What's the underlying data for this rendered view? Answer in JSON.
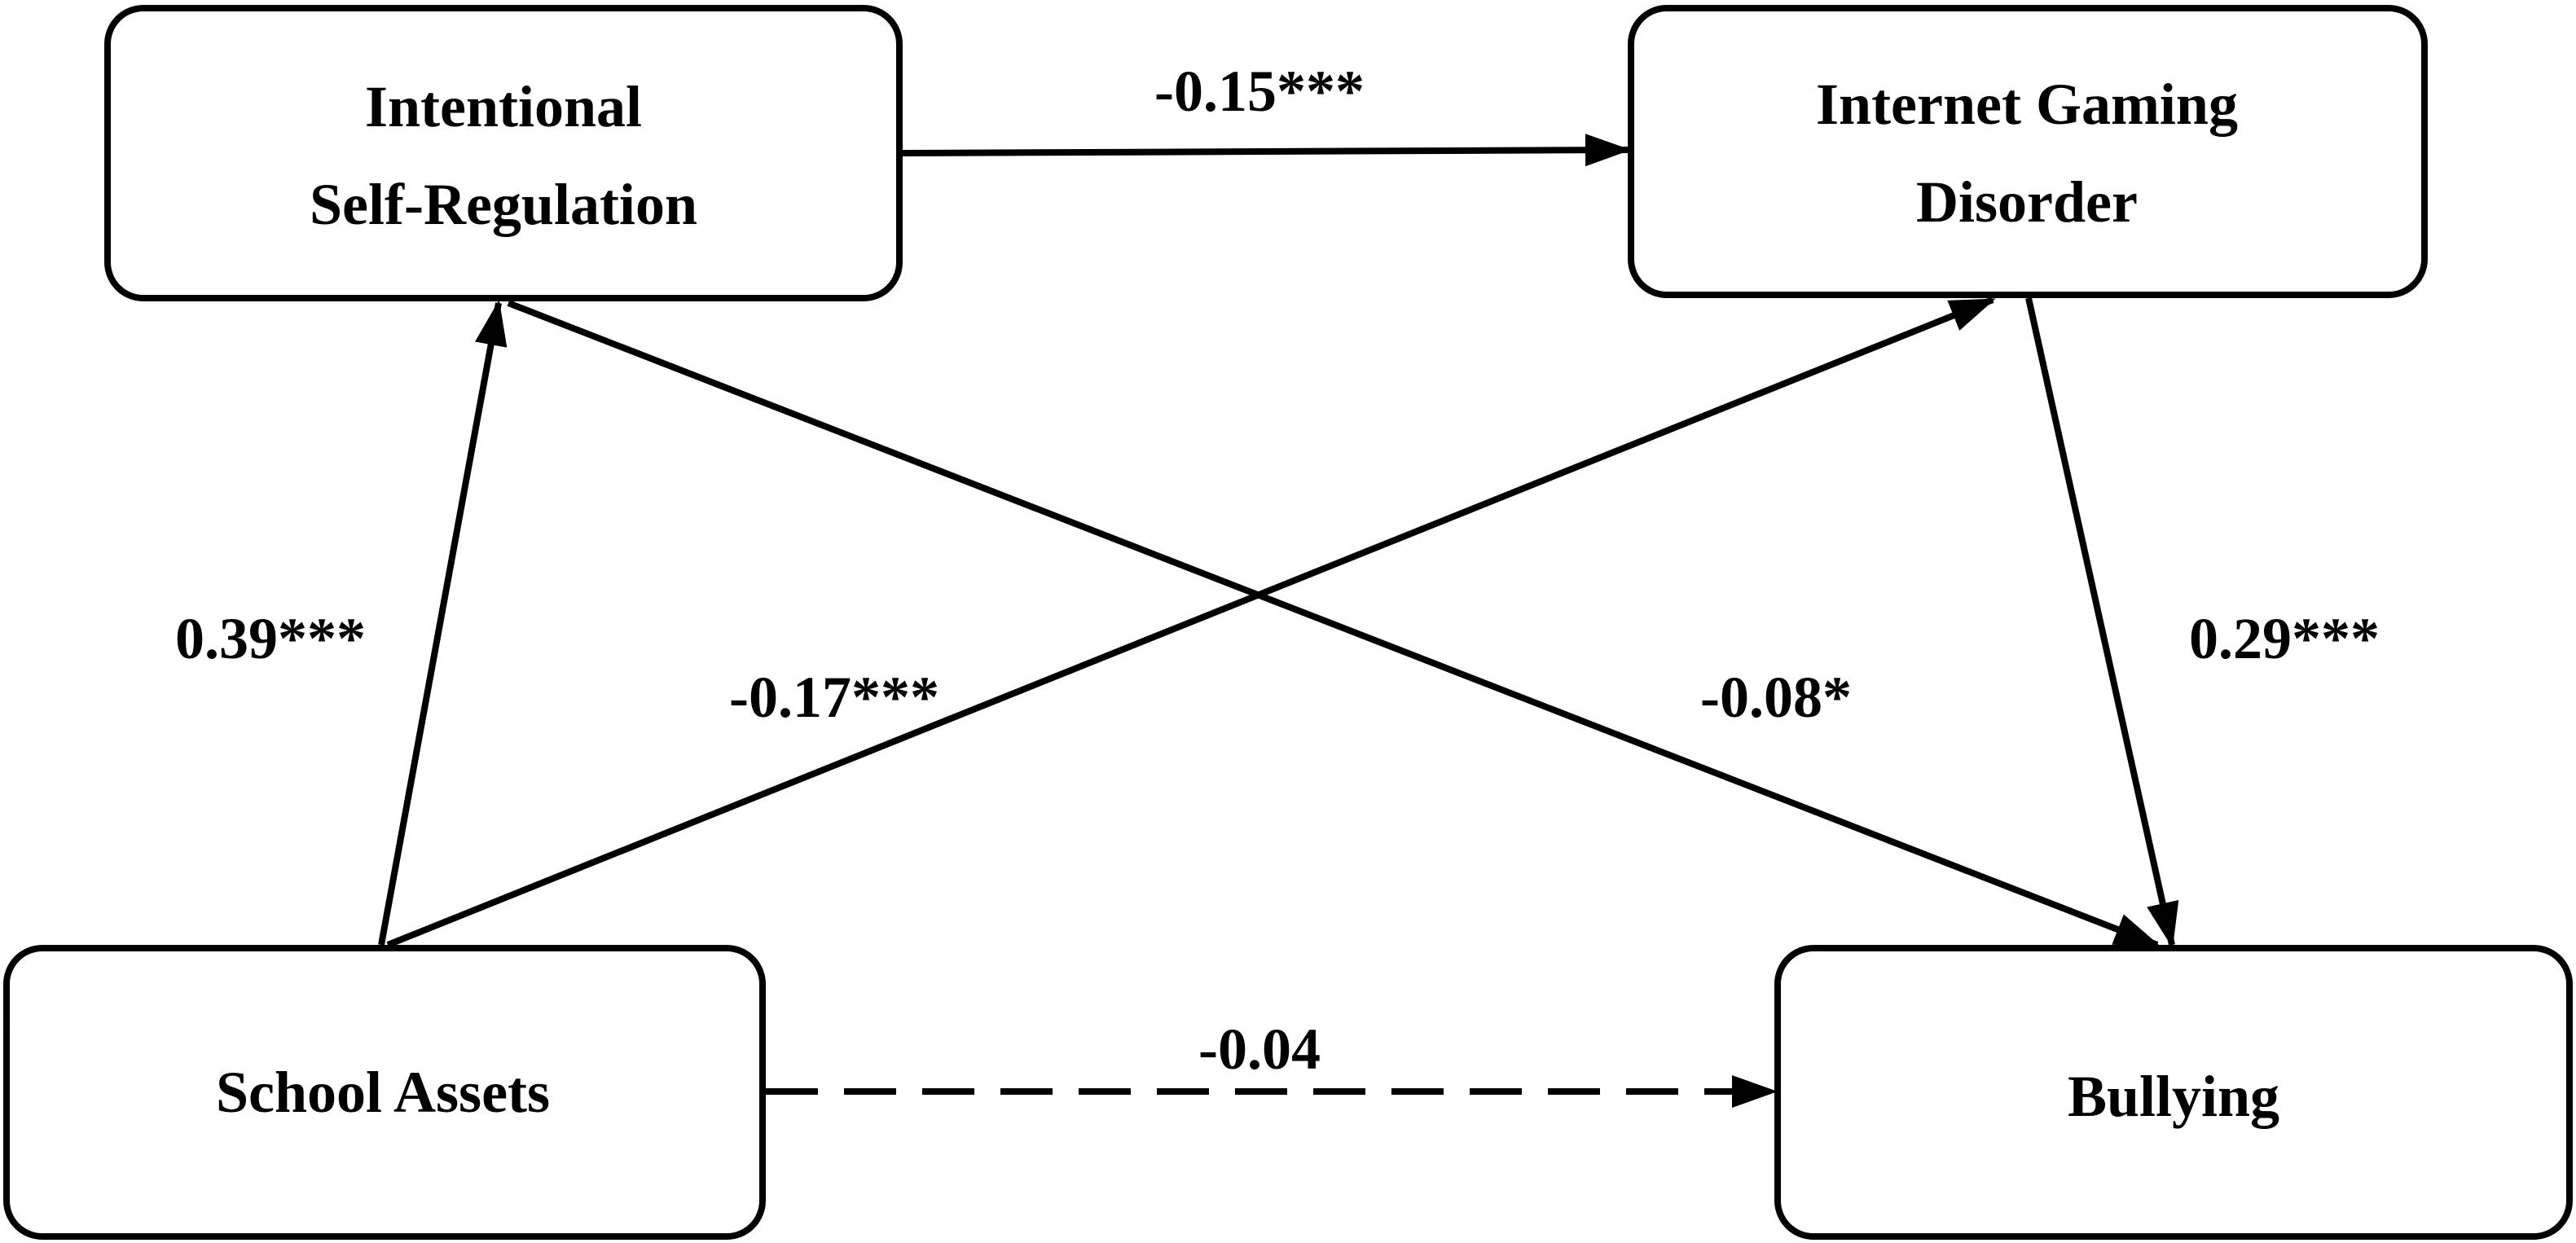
{
  "nodes": {
    "intentional_self_regulation": {
      "lines": [
        "Intentional",
        "Self-Regulation"
      ]
    },
    "internet_gaming_disorder": {
      "lines": [
        "Internet Gaming",
        "Disorder"
      ]
    },
    "school_assets": {
      "lines": [
        "School Assets"
      ]
    },
    "bullying": {
      "lines": [
        "Bullying"
      ]
    }
  },
  "edges": {
    "isr_to_igd": {
      "from": "Intentional Self-Regulation",
      "to": "Internet Gaming Disorder",
      "label": "-0.15***",
      "style": "solid"
    },
    "sa_to_isr": {
      "from": "School Assets",
      "to": "Intentional Self-Regulation",
      "label": "0.39***",
      "style": "solid"
    },
    "sa_to_igd": {
      "from": "School Assets",
      "to": "Internet Gaming Disorder",
      "label": "-0.17***",
      "style": "solid"
    },
    "isr_to_bullying": {
      "from": "Intentional Self-Regulation",
      "to": "Bullying",
      "label": "-0.08*",
      "style": "solid"
    },
    "igd_to_bullying": {
      "from": "Internet Gaming Disorder",
      "to": "Bullying",
      "label": "0.29***",
      "style": "solid"
    },
    "sa_to_bullying": {
      "from": "School Assets",
      "to": "Bullying",
      "label": "-0.04",
      "style": "dashed"
    }
  },
  "colors": {
    "stroke": "#000000",
    "background": "#ffffff"
  }
}
